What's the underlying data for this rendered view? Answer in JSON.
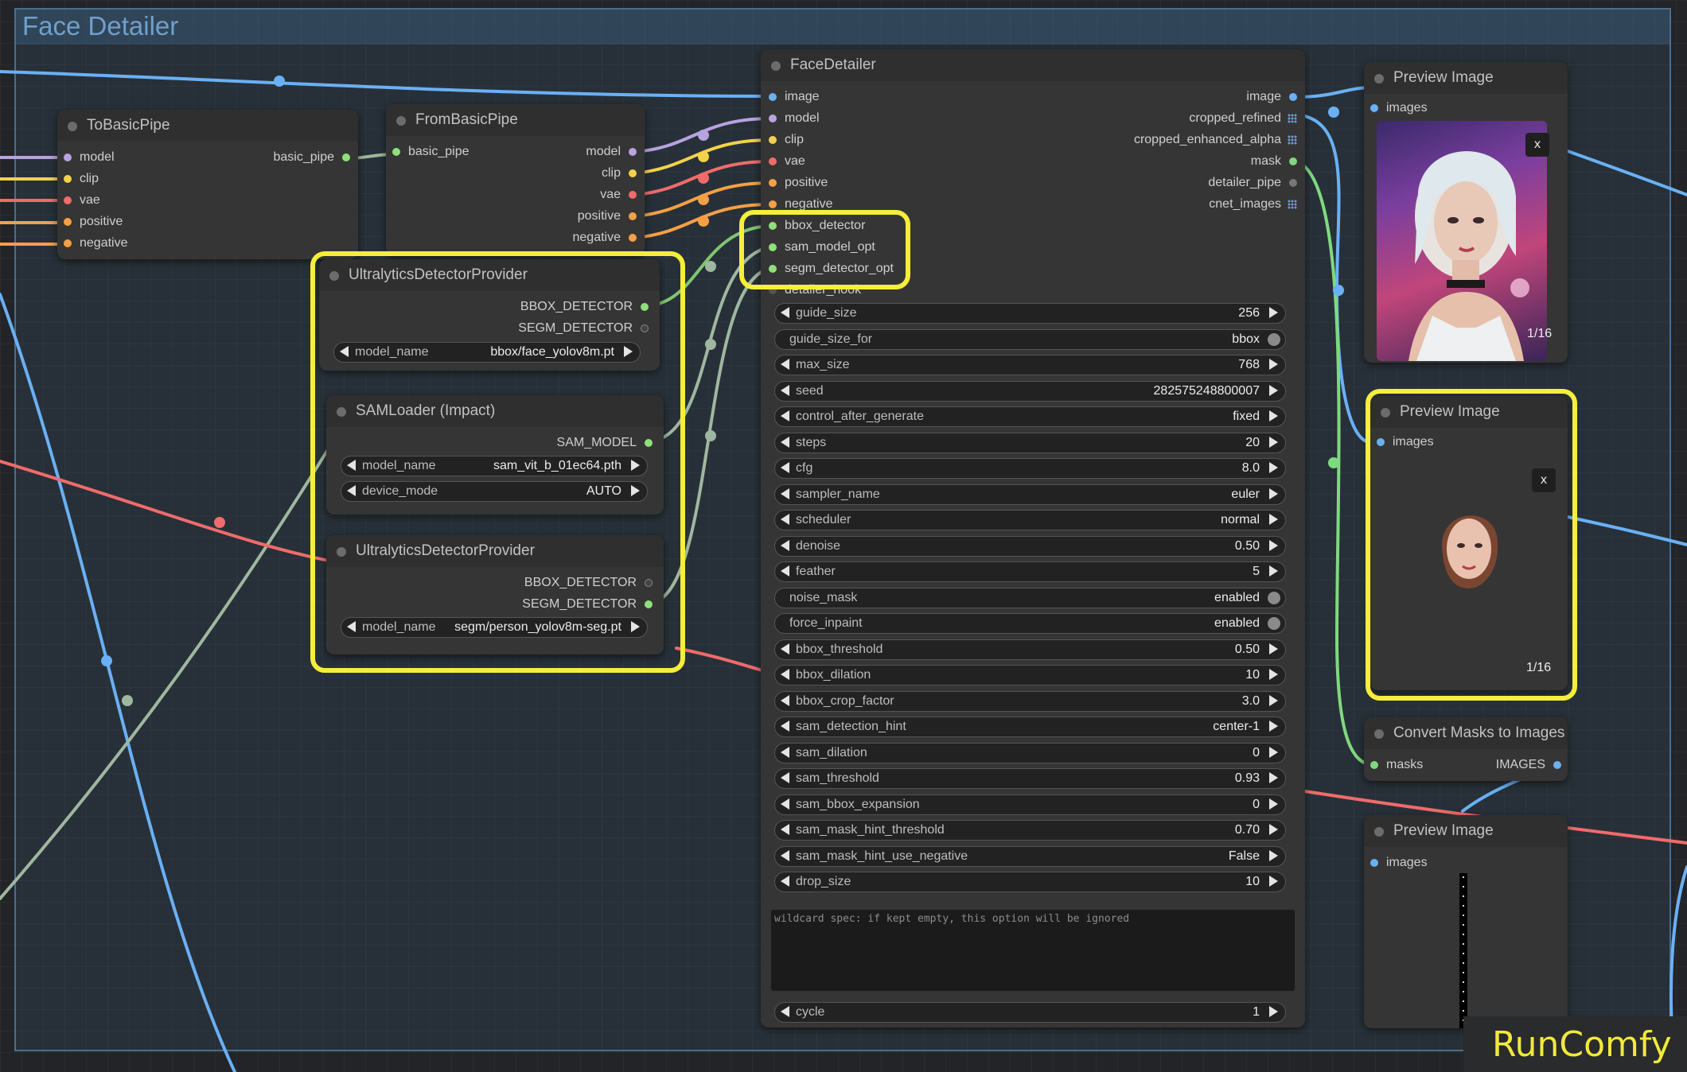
{
  "group": {
    "title": "Face Detailer"
  },
  "colors": {
    "model": "#b7a3e0",
    "clip": "#f2d24a",
    "vae": "#f06b6b",
    "conditioning": "#f5a045",
    "detector": "#8ee07a",
    "image": "#6ab0f5",
    "mask": "#7fd97f",
    "highlight": "#f5ee3a"
  },
  "to_basic_pipe": {
    "title": "ToBasicPipe",
    "inputs": [
      "model",
      "clip",
      "vae",
      "positive",
      "negative"
    ],
    "output": "basic_pipe"
  },
  "from_basic_pipe": {
    "title": "FromBasicPipe",
    "input": "basic_pipe",
    "outputs": [
      "model",
      "clip",
      "vae",
      "positive",
      "negative"
    ]
  },
  "ultralytics_1": {
    "title": "UltralyticsDetectorProvider",
    "outputs": [
      "BBOX_DETECTOR",
      "SEGM_DETECTOR"
    ],
    "widget_label": "model_name",
    "widget_value": "bbox/face_yolov8m.pt"
  },
  "sam_loader": {
    "title": "SAMLoader (Impact)",
    "output": "SAM_MODEL",
    "model_label": "model_name",
    "model_value": "sam_vit_b_01ec64.pth",
    "device_label": "device_mode",
    "device_value": "AUTO"
  },
  "ultralytics_2": {
    "title": "UltralyticsDetectorProvider",
    "outputs": [
      "BBOX_DETECTOR",
      "SEGM_DETECTOR"
    ],
    "widget_label": "model_name",
    "widget_value": "segm/person_yolov8m-seg.pt"
  },
  "face_detailer": {
    "title": "FaceDetailer",
    "inputs": [
      "image",
      "model",
      "clip",
      "vae",
      "positive",
      "negative",
      "bbox_detector",
      "sam_model_opt",
      "segm_detector_opt",
      "detailer_hook"
    ],
    "outputs": [
      "image",
      "cropped_refined",
      "cropped_enhanced_alpha",
      "mask",
      "detailer_pipe",
      "cnet_images"
    ],
    "widgets": [
      {
        "label": "guide_size",
        "value": "256"
      },
      {
        "label": "guide_size_for",
        "value": "bbox"
      },
      {
        "label": "max_size",
        "value": "768"
      },
      {
        "label": "seed",
        "value": "282575248800007"
      },
      {
        "label": "control_after_generate",
        "value": "fixed"
      },
      {
        "label": "steps",
        "value": "20"
      },
      {
        "label": "cfg",
        "value": "8.0"
      },
      {
        "label": "sampler_name",
        "value": "euler"
      },
      {
        "label": "scheduler",
        "value": "normal"
      },
      {
        "label": "denoise",
        "value": "0.50"
      },
      {
        "label": "feather",
        "value": "5"
      },
      {
        "label": "noise_mask",
        "value": "enabled"
      },
      {
        "label": "force_inpaint",
        "value": "enabled"
      },
      {
        "label": "bbox_threshold",
        "value": "0.50"
      },
      {
        "label": "bbox_dilation",
        "value": "10"
      },
      {
        "label": "bbox_crop_factor",
        "value": "3.0"
      },
      {
        "label": "sam_detection_hint",
        "value": "center-1"
      },
      {
        "label": "sam_dilation",
        "value": "0"
      },
      {
        "label": "sam_threshold",
        "value": "0.93"
      },
      {
        "label": "sam_bbox_expansion",
        "value": "0"
      },
      {
        "label": "sam_mask_hint_threshold",
        "value": "0.70"
      },
      {
        "label": "sam_mask_hint_use_negative",
        "value": "False"
      },
      {
        "label": "drop_size",
        "value": "10"
      }
    ],
    "wildcard_placeholder": "wildcard spec: if kept empty, this option will be ignored",
    "cycle": {
      "label": "cycle",
      "value": "1"
    }
  },
  "preview_1": {
    "title": "Preview Image",
    "input": "images",
    "counter": "1/16",
    "close": "x"
  },
  "preview_2": {
    "title": "Preview Image",
    "input": "images",
    "counter": "1/16",
    "close": "x"
  },
  "convert_masks": {
    "title": "Convert Masks to Images",
    "input": "masks",
    "output": "IMAGES"
  },
  "preview_3": {
    "title": "Preview Image",
    "input": "images"
  },
  "brand": "RunComfy"
}
